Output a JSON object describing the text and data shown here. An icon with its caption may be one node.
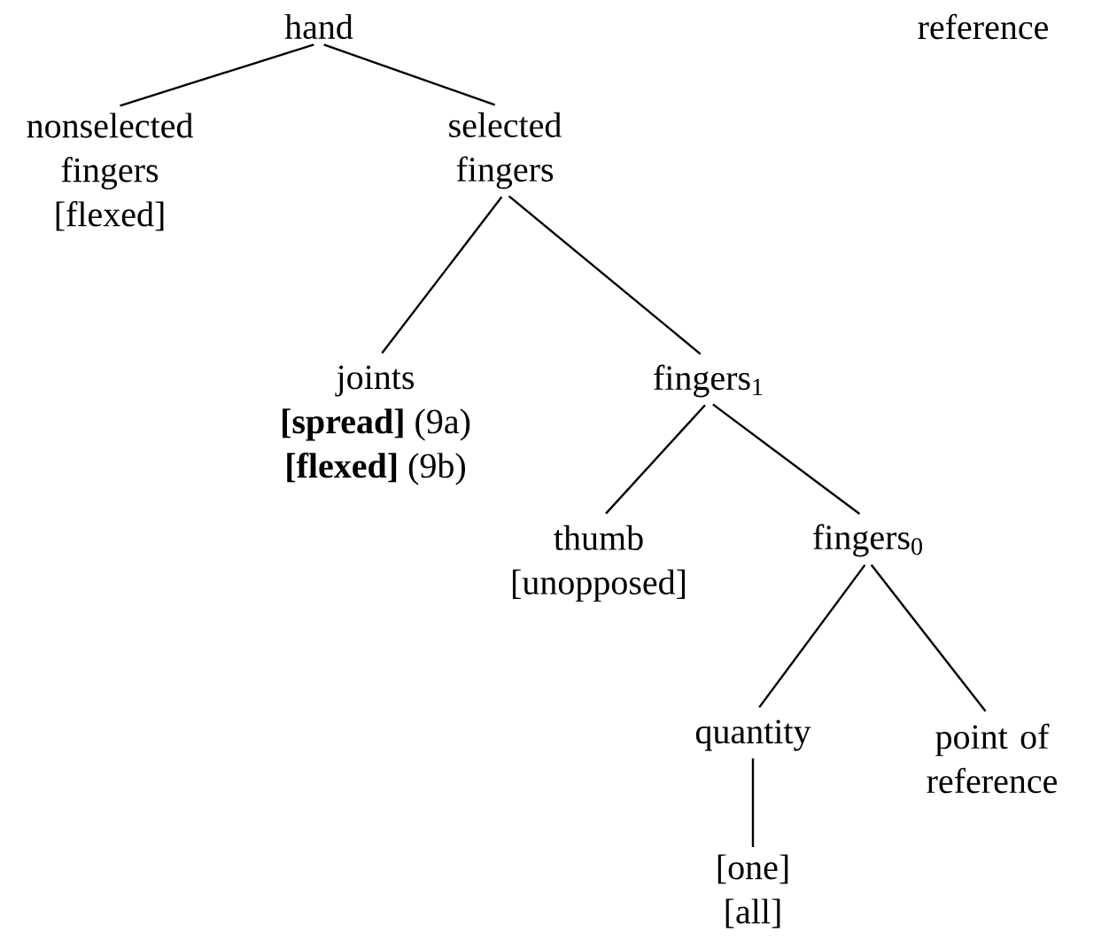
{
  "diagram": {
    "nodes": [
      {
        "text": [
          "hand"
        ]
      },
      {
        "text": [
          "nonselected fingers",
          "[flexed]"
        ]
      },
      {
        "text": [
          "selected fingers"
        ]
      },
      {
        "text": [
          "joints",
          "**[spread]** (9a)",
          "**[flexed]** (9b)"
        ]
      },
      {
        "text": [
          "fingers$_{1}$"
        ]
      },
      {
        "text": [
          "thumb",
          "[unopposed]"
        ]
      },
      {
        "text": [
          "fingers$_{0}$"
        ]
      },
      {
        "text": [
          "quantity"
        ]
      },
      {
        "text": [
          "[one]",
          "[all]"
        ]
      },
      {
        "text": [
          "point of reference"
        ]
      }
    ],
    "edges": [
      {
        "from": 0,
        "to": 1,
        "arrow": "none"
      },
      {
        "from": 0,
        "to": 2,
        "arrow": "none"
      },
      {
        "from": 2,
        "to": 3,
        "arrow": "none"
      },
      {
        "from": 2,
        "to": 4,
        "arrow": "none"
      },
      {
        "from": 4,
        "to": 5,
        "arrow": "none"
      },
      {
        "from": 4,
        "to": 6,
        "arrow": "none"
      },
      {
        "from": 6,
        "to": 7,
        "arrow": "none"
      },
      {
        "from": 6,
        "to": 9,
        "arrow": "none"
      },
      {
        "from": 7,
        "to": 8,
        "arrow": "none"
      }
    ],
    "labels": [
      "reference"
    ]
  }
}
